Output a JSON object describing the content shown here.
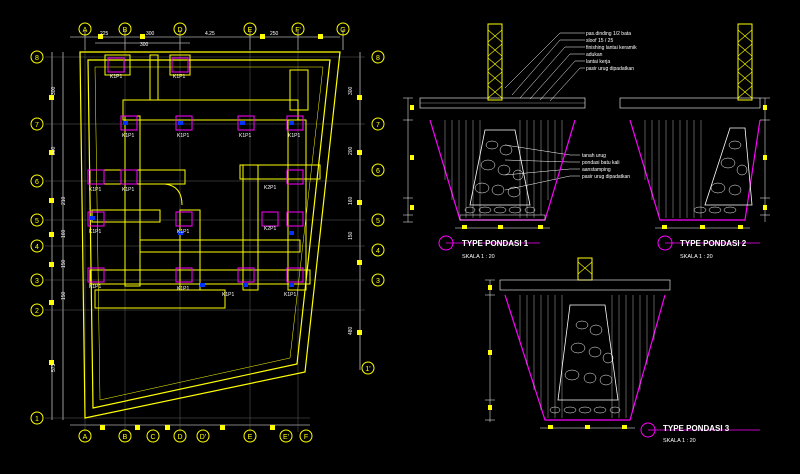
{
  "colors": {
    "background": "#000000",
    "wall": "#ffff00",
    "grid_bubble": "#ffff00",
    "column": "#ff00ff",
    "dim": "#ffffff",
    "accent": "#0033ff",
    "dashed": "#ff0000"
  },
  "plan": {
    "grid_top": [
      "A",
      "B",
      "D",
      "E",
      "F'",
      "G"
    ],
    "grid_bottom": [
      "A",
      "B",
      "C",
      "D",
      "D'",
      "E",
      "E'",
      "F"
    ],
    "grid_left": [
      "8",
      "7",
      "6",
      "5",
      "4",
      "3",
      "2",
      "1"
    ],
    "grid_right": [
      "8",
      "7",
      "6",
      "5",
      "4",
      "3",
      "1'"
    ],
    "top_dims": [
      "225",
      "300",
      "4.25",
      "250"
    ],
    "top_dims_inner": [
      "300"
    ],
    "left_dims": [
      "300",
      "300",
      "210",
      "160",
      "150",
      "150",
      "573"
    ],
    "right_dims": [
      "300",
      "200",
      "160",
      "150",
      "480"
    ],
    "column_tags": [
      "K1P1",
      "K1P1",
      "K1P1",
      "K1P1",
      "K1P1",
      "K1P1",
      "K1P1",
      "K1P1",
      "K2P1",
      "K1P1",
      "K2P1",
      "K1P1",
      "K1P1",
      "K1P1",
      "K1P1",
      "K1P1"
    ]
  },
  "section1": {
    "notes": [
      "pas.dinding 1/2 bata",
      "sloof 15 / 25",
      "finishing lantai keramik",
      "adukan",
      "lantai kerja",
      "pasir urug dipadatkan"
    ],
    "notes_lower": [
      "tanah urug",
      "pondasi batu kali",
      "aanstamping",
      "pasir urug dipadatkan"
    ],
    "title": "TYPE PONDASI 1",
    "scale": "SKALA 1 : 20"
  },
  "section2": {
    "title": "TYPE PONDASI 2",
    "scale": "SKALA 1 : 20"
  },
  "section3": {
    "title": "TYPE PONDASI 3",
    "scale": "SKALA 1 : 20"
  }
}
